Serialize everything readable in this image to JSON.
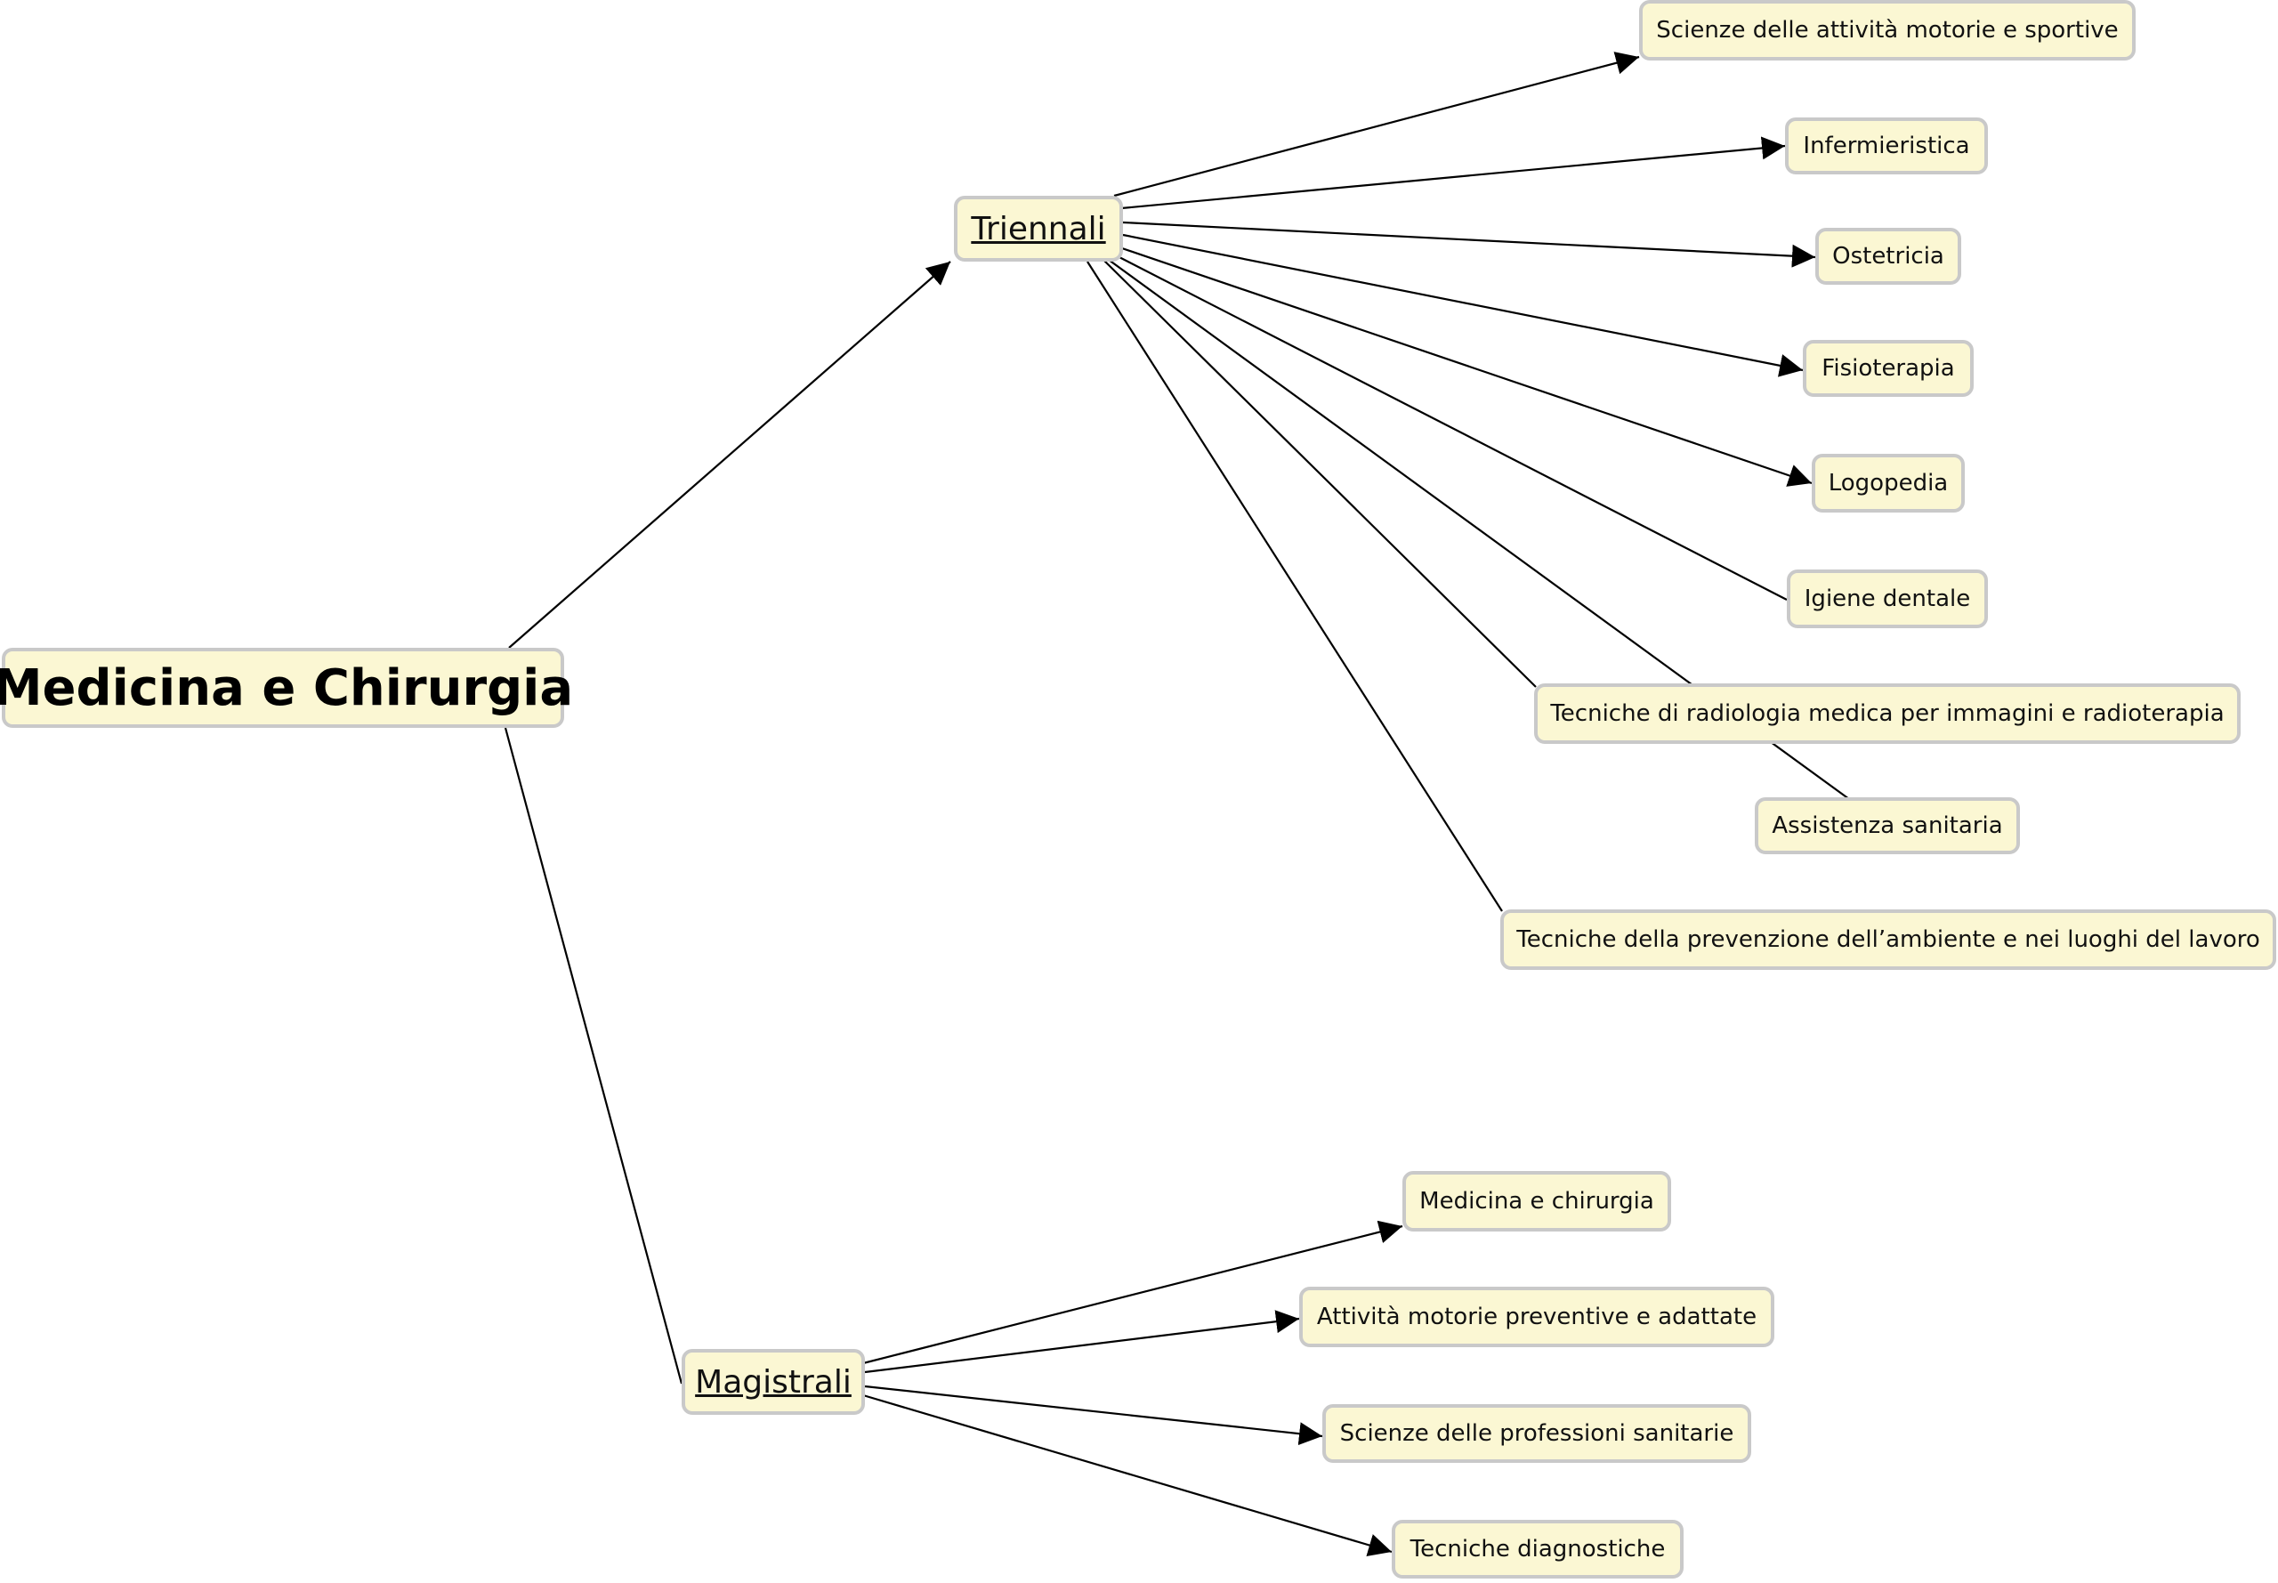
{
  "root": {
    "label": "Medicina e Chirurgia"
  },
  "triennali": {
    "label": "Triennali",
    "children": [
      "Scienze delle attività motorie e sportive",
      "Infermieristica",
      "Ostetricia",
      "Fisioterapia",
      "Logopedia",
      "Igiene dentale",
      "Tecniche di radiologia medica per immagini e radioterapia",
      "Assistenza sanitaria",
      "Tecniche della prevenzione dell’ambiente e nei luoghi del lavoro"
    ]
  },
  "magistrali": {
    "label": "Magistrali",
    "children": [
      "Medicina e chirurgia",
      "Attività motorie preventive e adattate",
      "Scienze delle professioni sanitarie",
      "Tecniche diagnostiche"
    ]
  },
  "colors": {
    "node_fill": "#fbf7d3",
    "node_border": "#c9c9c9",
    "edge": "#000000"
  }
}
